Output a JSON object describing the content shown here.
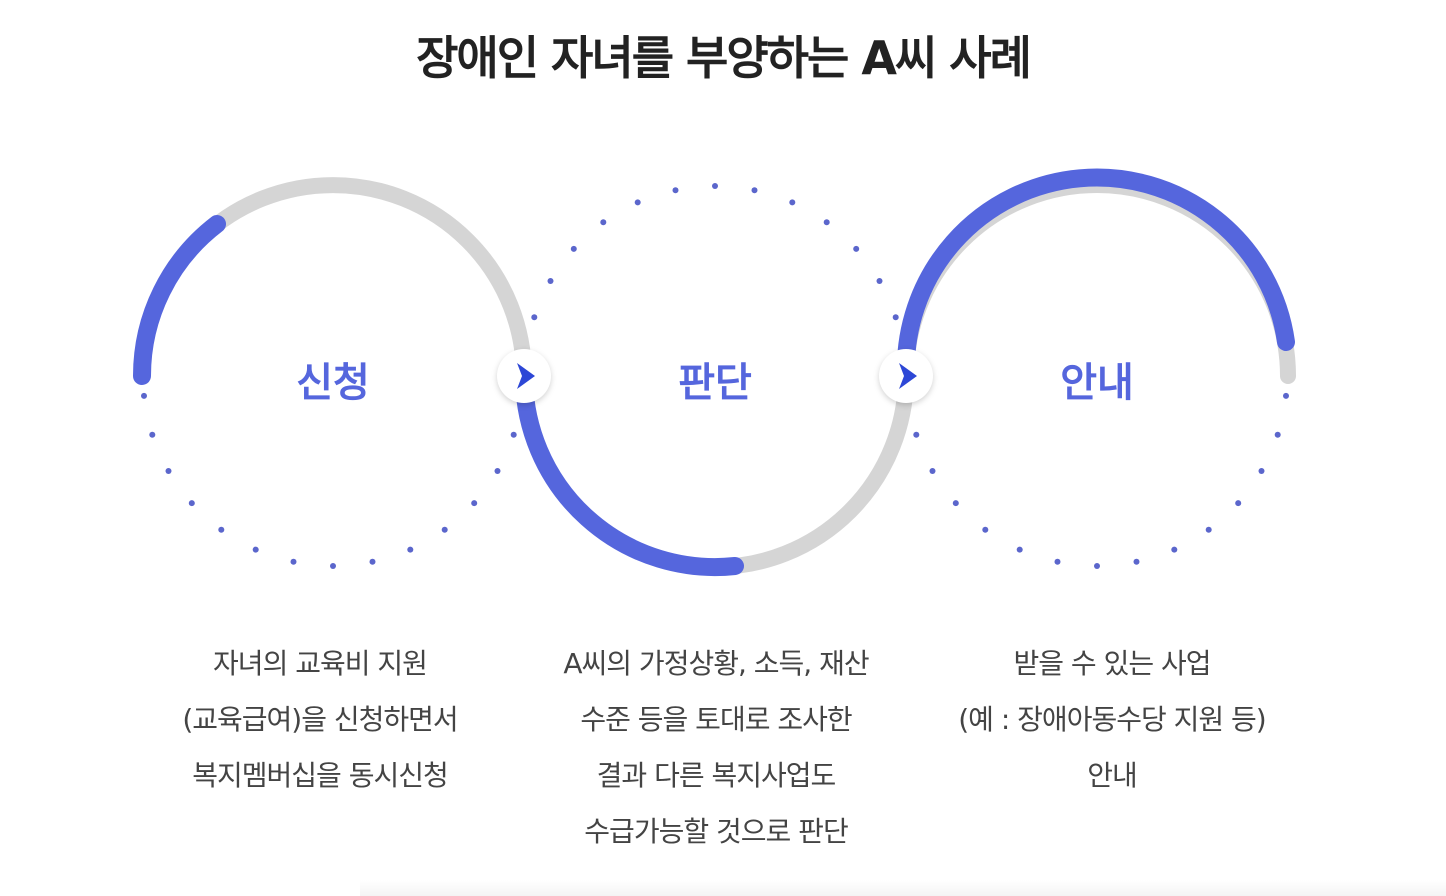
{
  "title": "장애인 자녀를 부양하는 A씨 사례",
  "colors": {
    "accent": "#5566dd",
    "track": "#d5d5d5",
    "dots": "#5b66cc",
    "arrow": "#2d47d6",
    "text": "#444444",
    "title": "#222222"
  },
  "steps": [
    {
      "label": "신청",
      "desc": [
        "자녀의 교육비 지원",
        "(교육급여)을 신청하면서",
        "복지멤버십을 동시신청"
      ]
    },
    {
      "label": "판단",
      "desc": [
        "A씨의 가정상황, 소득, 재산",
        "수준 등을 토대로 조사한",
        "결과 다른 복지사업도",
        "수급가능할 것으로 판단"
      ]
    },
    {
      "label": "안내",
      "desc": [
        "받을 수 있는 사업",
        "(예 : 장애아동수당 지원 등)",
        "안내"
      ]
    }
  ],
  "connectors": [
    "chevron-right-icon",
    "chevron-right-icon"
  ]
}
